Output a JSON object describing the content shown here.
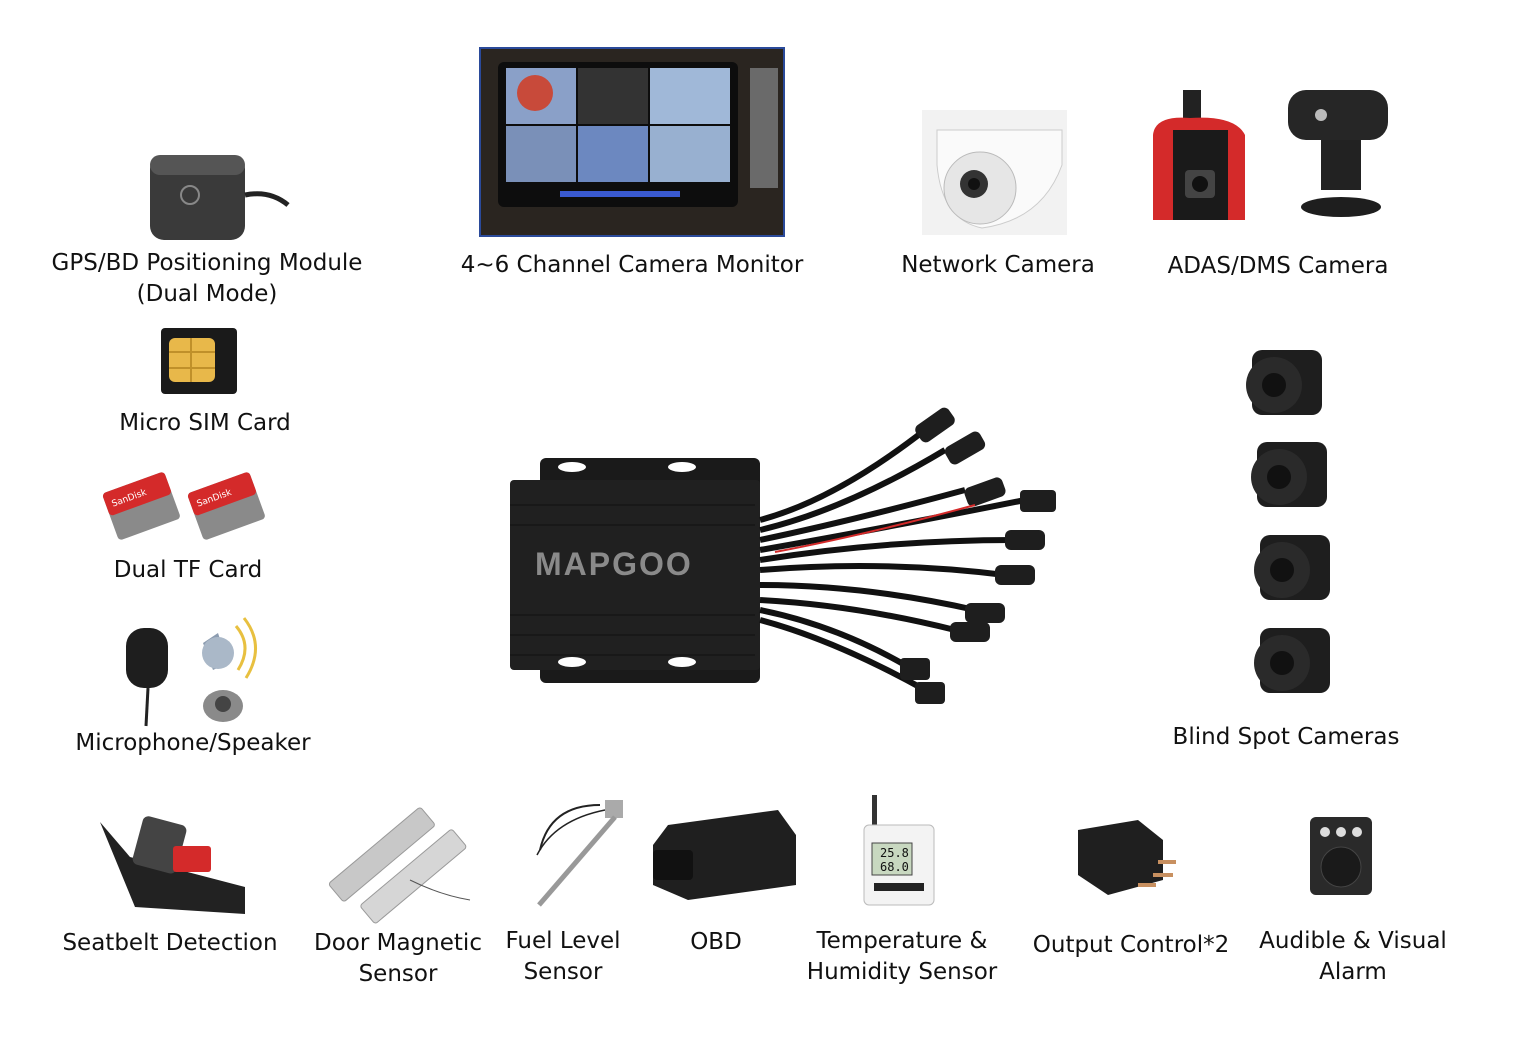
{
  "brand": "MAPGOO",
  "labels": {
    "gps": [
      "GPS/BD Positioning Module",
      "(Dual Mode)"
    ],
    "monitor": "4~6 Channel Camera Monitor",
    "network_camera": "Network Camera",
    "adas_dms": "ADAS/DMS Camera",
    "sim": "Micro SIM Card",
    "tf": "Dual TF Card",
    "mic_speaker": "Microphone/Speaker",
    "blind_spot": "Blind Spot Cameras",
    "seatbelt": "Seatbelt Detection",
    "door": [
      "Door Magnetic",
      "Sensor"
    ],
    "fuel": [
      "Fuel Level",
      "Sensor"
    ],
    "obd": "OBD",
    "temp": [
      "Temperature &",
      "Humidity Sensor"
    ],
    "output": "Output Control*2",
    "alarm": [
      "Audible & Visual",
      "Alarm"
    ]
  },
  "sd_brand": "SanDisk",
  "thermo_readings": [
    "25.8",
    "68.0"
  ],
  "colors": {
    "device": "#1a1a1a",
    "accent_red": "#d42a2a",
    "sim_gold": "#e8b84a"
  }
}
